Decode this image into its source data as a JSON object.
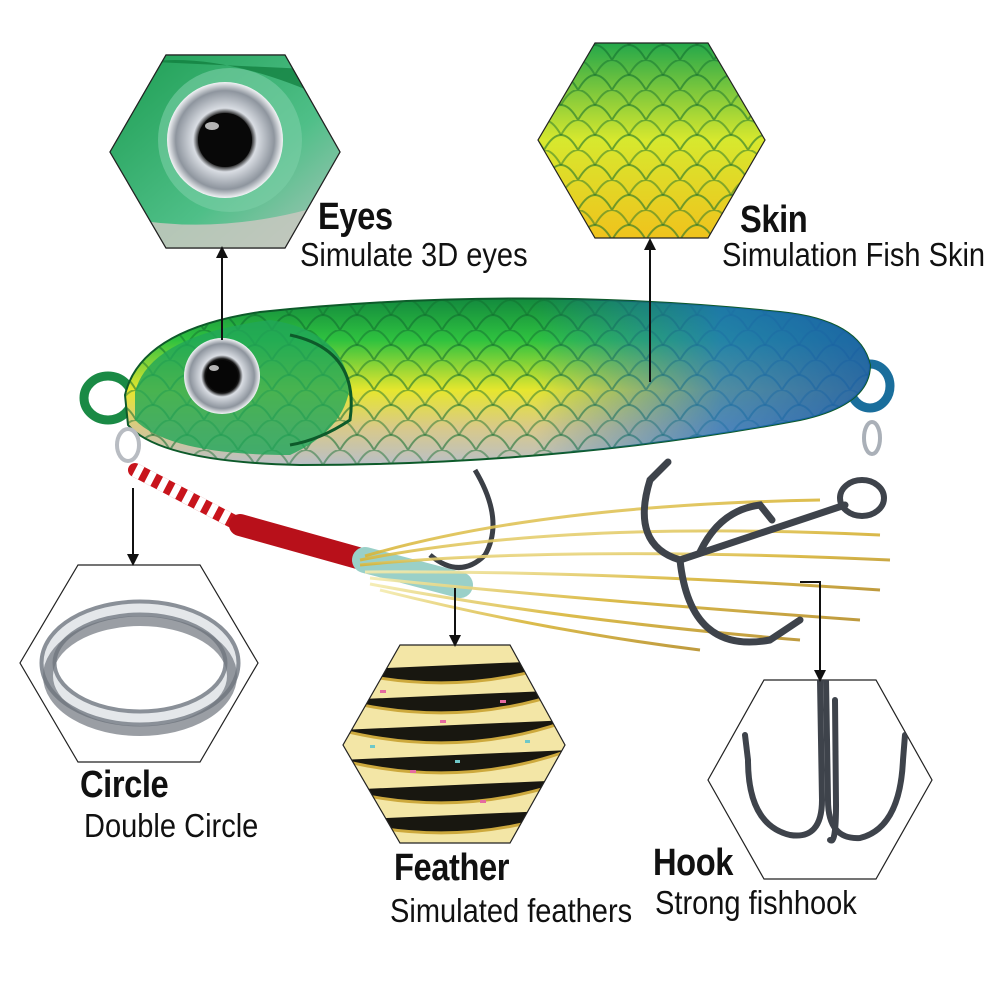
{
  "callouts": {
    "eyes": {
      "title": "Eyes",
      "subtitle": "Simulate 3D eyes"
    },
    "skin": {
      "title": "Skin",
      "subtitle": "Simulation Fish Skin"
    },
    "circle": {
      "title": "Circle",
      "subtitle": "Double Circle"
    },
    "feather": {
      "title": "Feather",
      "subtitle": "Simulated feathers"
    },
    "hook": {
      "title": "Hook",
      "subtitle": "Strong fishhook"
    }
  },
  "colors": {
    "lure_green": "#17a84a",
    "lure_yellow": "#e8e62a",
    "lure_blue": "#2a74c8",
    "belly_silver": "#c9ccd2",
    "assist_cord_red": "#c8141c",
    "feather_gold": "#d9b63a",
    "hook_steel": "#4a4f57"
  }
}
